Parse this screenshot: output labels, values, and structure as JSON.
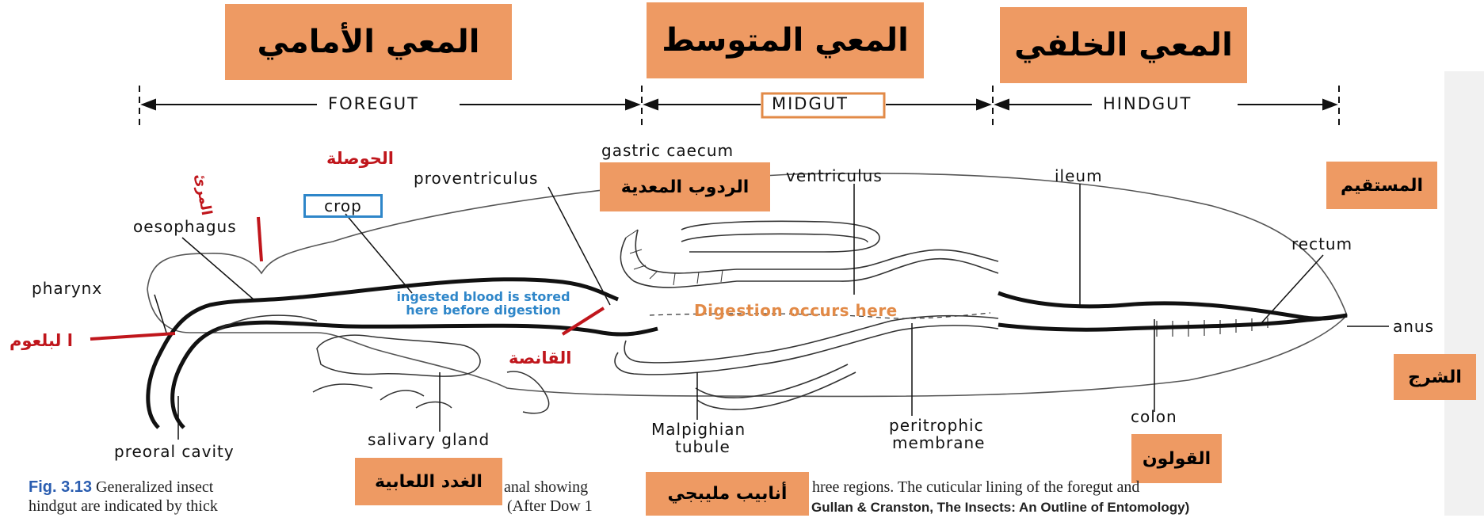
{
  "arabic_regions": {
    "foregut": "المعي الأمامي",
    "midgut": "المعي المتوسط",
    "hindgut": "المعي الخلفي"
  },
  "regions": {
    "foregut": "FOREGUT",
    "midgut": "MIDGUT",
    "hindgut": "HINDGUT"
  },
  "labels": {
    "gastric_caecum": "gastric caecum",
    "proventriculus": "proventriculus",
    "ventriculus": "ventriculus",
    "ileum": "ileum",
    "crop": "crop",
    "oesophagus": "oesophagus",
    "pharynx": "pharynx",
    "rectum": "rectum",
    "anus": "anus",
    "preoral_cavity": "preoral cavity",
    "salivary_gland": "salivary gland",
    "malpighian_tubule_1": "Malpighian",
    "malpighian_tubule_2": "tubule",
    "peritrophic_1": "peritrophic",
    "peritrophic_2": "membrane",
    "colon": "colon"
  },
  "notes": {
    "blood_1": "ingested blood is stored",
    "blood_2": "here before digestion",
    "digestion": "Digestion occurs here"
  },
  "arabic_labels": {
    "crop": "الحوصلة",
    "oesophagus": "المرئ",
    "pharynx": "ا لبلعوم",
    "proventriculus": "القانصة",
    "gastric_caecum": "الردوب المعدية",
    "rectum": "المستقيم",
    "anus": "الشرج",
    "colon": "القولون",
    "salivary_gland": "الغدد اللعابية",
    "malpighian": "أنابيب مليبجي"
  },
  "caption": {
    "fig": "Fig. 3.13",
    "line1_a": "Generalized insect",
    "line1_b": "anal showing",
    "line1_c": "hree regions. The cuticular lining of the foregut and",
    "line2_a": "hindgut are indicated by thick",
    "line2_b": "(After Dow 1",
    "line2_c": "Gullan & Cranston, The Insects: An Outline of Entomology)"
  }
}
